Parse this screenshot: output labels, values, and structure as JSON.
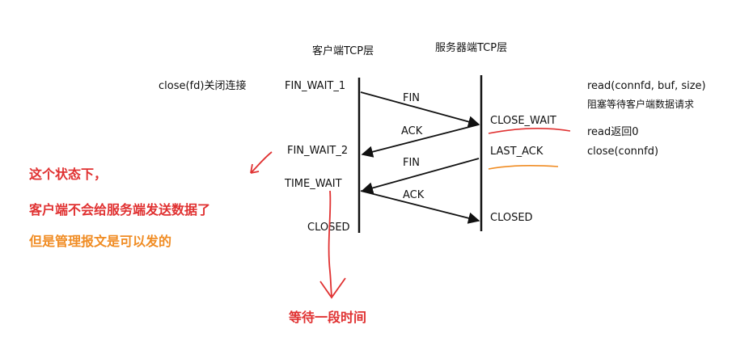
{
  "columns": {
    "client_title": "客户端TCP层",
    "server_title": "服务器端TCP层"
  },
  "client_states": {
    "fin_wait_1": "FIN_WAIT_1",
    "fin_wait_2": "FIN_WAIT_2",
    "time_wait": "TIME_WAIT",
    "closed": "CLOSED"
  },
  "server_states": {
    "close_wait": "CLOSE_WAIT",
    "last_ack": "LAST_ACK",
    "closed": "CLOSED"
  },
  "messages": {
    "fin1": "FIN",
    "ack1": "ACK",
    "fin2": "FIN",
    "ack2": "ACK"
  },
  "client_actions": {
    "close": "close(fd)关闭连接"
  },
  "server_actions": {
    "read_call": "read(connfd, buf, size)",
    "read_block": "阻塞等待客户端数据请求",
    "read_return": "read返回0",
    "close_call": "close(connfd)"
  },
  "annotations": {
    "state_note_1": "这个状态下，",
    "state_note_2": "客户端不会给服务端发送数据了",
    "state_note_3": "但是管理报文是可以发的",
    "wait_note": "等待一段时间"
  },
  "colors": {
    "red": "#e03131",
    "orange": "#f08c23",
    "line": "#111111"
  }
}
